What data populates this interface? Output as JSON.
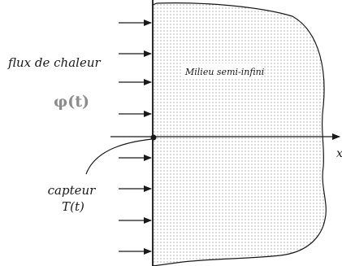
{
  "diagram": {
    "flux_label": "flux de chaleur",
    "phi_label": "φ(t)",
    "medium_label": "Milieu semi-infini",
    "axis_label": "x",
    "sensor_label_line1": "capteur",
    "sensor_label_line2": "T(t)"
  },
  "colors": {
    "ink": "#1a1a1a",
    "phi": "#8c8c8c",
    "medium_dots": "#6a6a6a",
    "background": "#ffffff"
  }
}
